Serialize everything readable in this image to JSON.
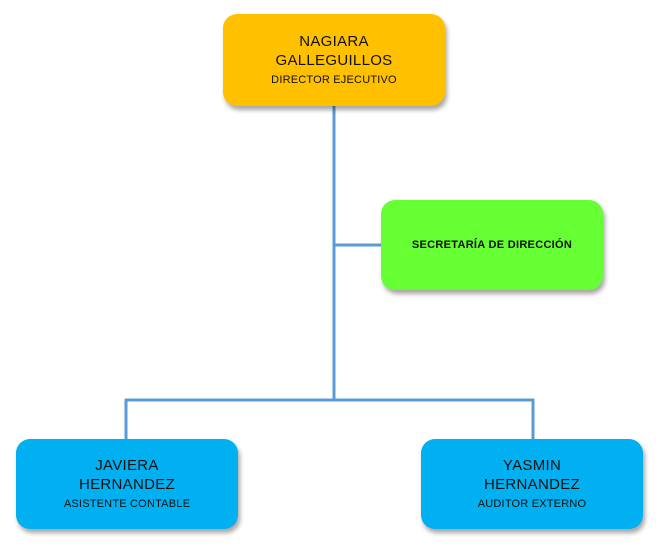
{
  "colors": {
    "connector": "#5b9bd5",
    "director": "#ffc000",
    "secretary": "#66ff33",
    "staff": "#00b0f0"
  },
  "nodes": {
    "director": {
      "name_line1": "NAGIARA",
      "name_line2": "GALLEGUILLOS",
      "role": "DIRECTOR EJECUTIVO"
    },
    "secretary": {
      "role": "SECRETARÍA DE DIRECCIÓN"
    },
    "accountant": {
      "name_line1": "JAVIERA",
      "name_line2": "HERNANDEZ",
      "role": "ASISTENTE CONTABLE"
    },
    "auditor": {
      "name_line1": "YASMIN",
      "name_line2": "HERNANDEZ",
      "role": "AUDITOR EXTERNO"
    }
  }
}
